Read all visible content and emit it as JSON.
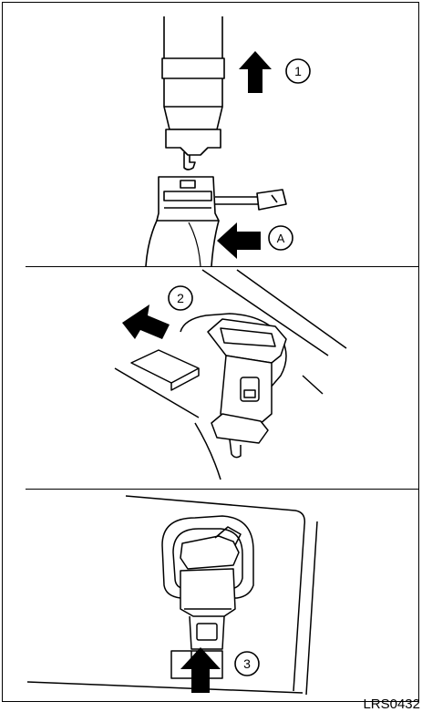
{
  "labels": {
    "step1": "1",
    "step2": "2",
    "step3": "3",
    "pointA": "A"
  },
  "figure_code": "LRS0432"
}
